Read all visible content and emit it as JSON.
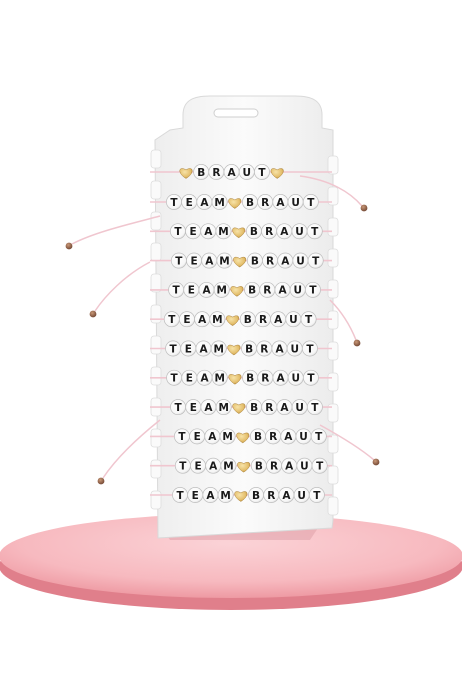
{
  "product": {
    "first_bracelet": [
      "B",
      "R",
      "A",
      "U",
      "T"
    ],
    "team_word": [
      "T",
      "E",
      "A",
      "M"
    ],
    "braut_word": [
      "B",
      "R",
      "A",
      "U",
      "T"
    ],
    "team_bracelet_count": 11
  },
  "colors": {
    "card": "#f7f7f7",
    "card_edge": "#d9d9d9",
    "cord": "#f0c6cf",
    "bead": "#ffffff",
    "bead_edge": "#bdbdbd",
    "heart_gold": "#e8c77a",
    "end_bead": "#9c6a4a",
    "pedestal_top": "#f9c1c6",
    "pedestal_edge": "#e98a93"
  },
  "icons": {
    "heart_charm": "heart-icon",
    "hang_hole": "hang-tab-icon"
  }
}
